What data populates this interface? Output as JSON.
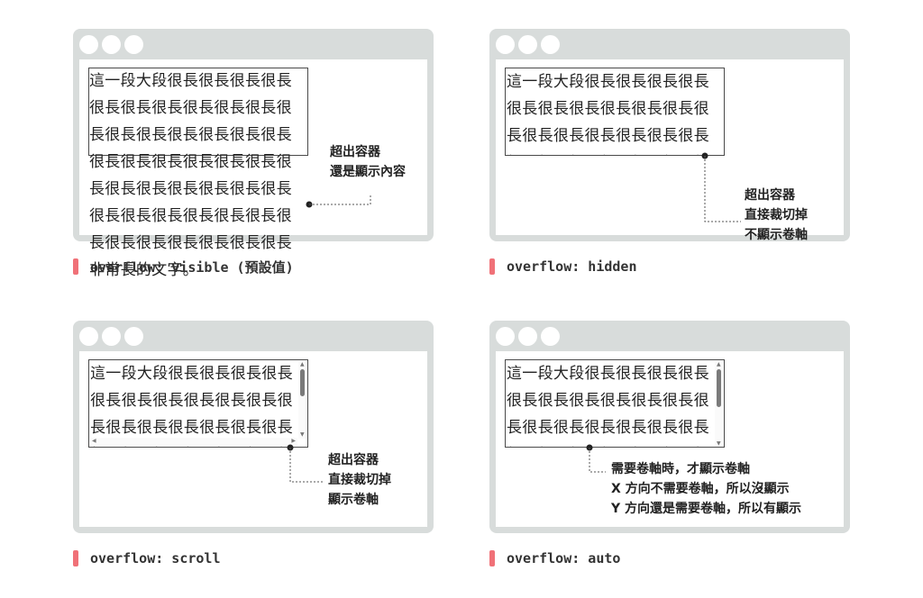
{
  "long_text": "這一段大段很長很長很長很長很長很長很長很長很長很長很長很長很長很長很長很長很長很長很長很長很長很長很長很長很長很長很長很長很長很長很長很長很長很長很長很長很長很長很長很長很長很長很長非常長的文字。",
  "panels": [
    {
      "caption": "overflow: visible (預設值)",
      "note_lines": [
        "超出容器",
        "還是顯示內容"
      ]
    },
    {
      "caption": "overflow: hidden",
      "note_lines": [
        "超出容器",
        "直接裁切掉",
        "不顯示卷軸"
      ]
    },
    {
      "caption": "overflow: scroll",
      "note_lines": [
        "超出容器",
        "直接裁切掉",
        "顯示卷軸"
      ]
    },
    {
      "caption": "overflow: auto",
      "note_lines": [
        "需要卷軸時，才顯示卷軸",
        "X 方向不需要卷軸，所以沒顯示",
        "Y 方向還是需要卷軸，所以有顯示"
      ]
    }
  ],
  "colors": {
    "window_frame": "#d8dcdb",
    "caption_marker": "#f07178",
    "box_border": "#4a4a4a"
  }
}
